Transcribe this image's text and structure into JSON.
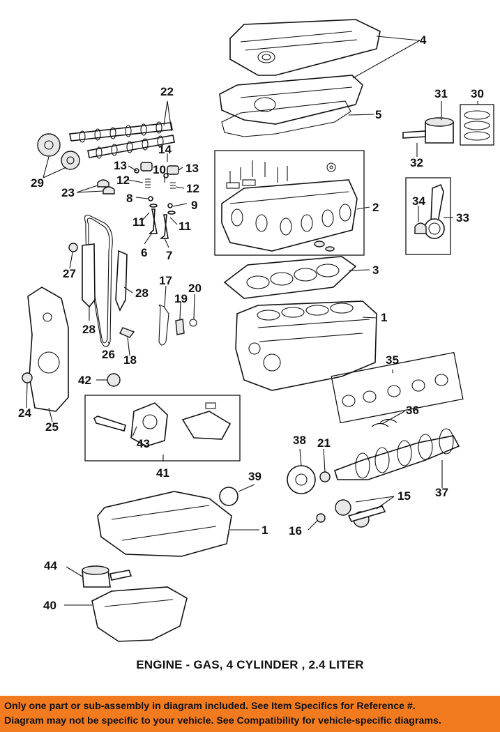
{
  "diagram": {
    "callouts": [
      "1",
      "1",
      "2",
      "3",
      "4",
      "5",
      "6",
      "7",
      "8",
      "9",
      "10",
      "11",
      "11",
      "12",
      "12",
      "13",
      "13",
      "14",
      "15",
      "16",
      "17",
      "18",
      "19",
      "20",
      "21",
      "22",
      "23",
      "24",
      "25",
      "26",
      "27",
      "28",
      "28",
      "29",
      "30",
      "31",
      "32",
      "33",
      "34",
      "35",
      "36",
      "37",
      "38",
      "39",
      "40",
      "41",
      "42",
      "43",
      "44"
    ]
  },
  "caption": "ENGINE - GAS, 4 CYLINDER ,  2.4 LITER",
  "banner": {
    "line1": "Only one part or sub-assembly in diagram included. See Item Specifics for Reference #.",
    "line2": "Diagram may not be specific to your vehicle. See Compatibility for vehicle-specific diagrams."
  },
  "colors": {
    "banner_bg": "#f27a1f",
    "ink": "#111111"
  }
}
